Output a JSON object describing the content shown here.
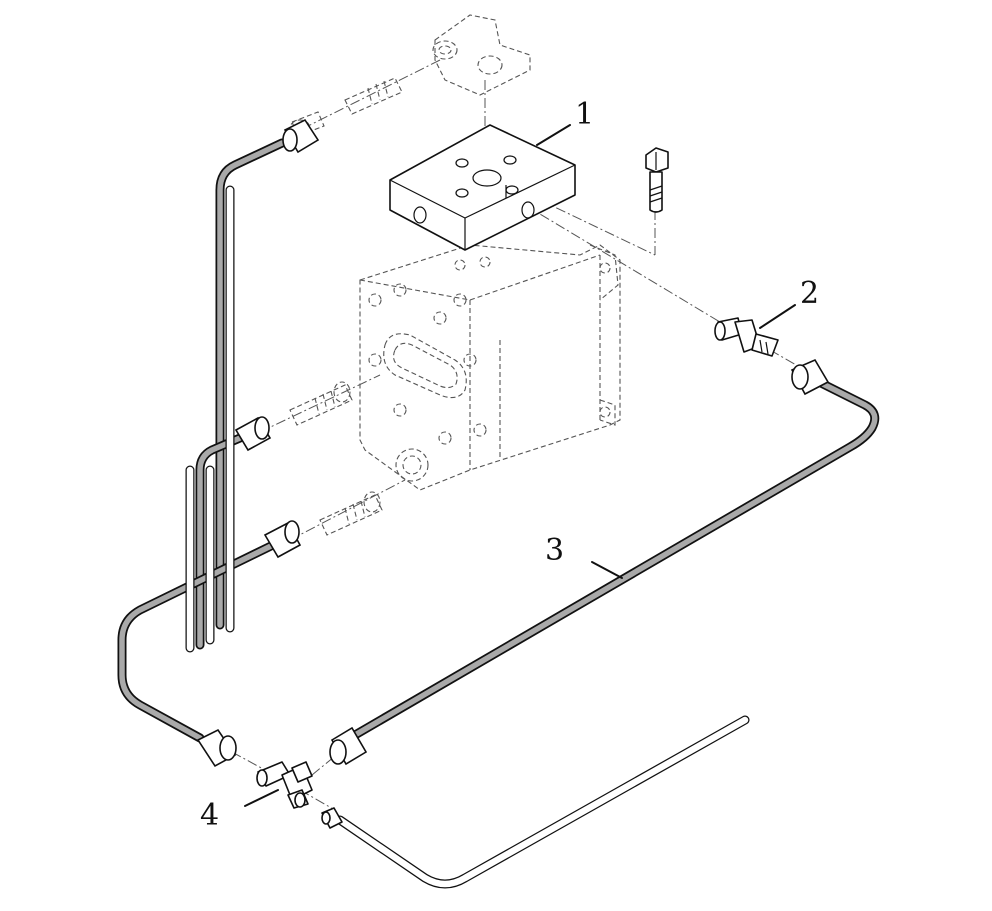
{
  "callouts": [
    {
      "id": "1",
      "text": "1"
    },
    {
      "id": "2",
      "text": "2"
    },
    {
      "id": "3",
      "text": "3"
    },
    {
      "id": "4",
      "text": "4"
    }
  ],
  "colors": {
    "tube_fill": "#a9a9a9",
    "outline": "#111111",
    "ghost_line": "#555555",
    "background": "#ffffff"
  }
}
